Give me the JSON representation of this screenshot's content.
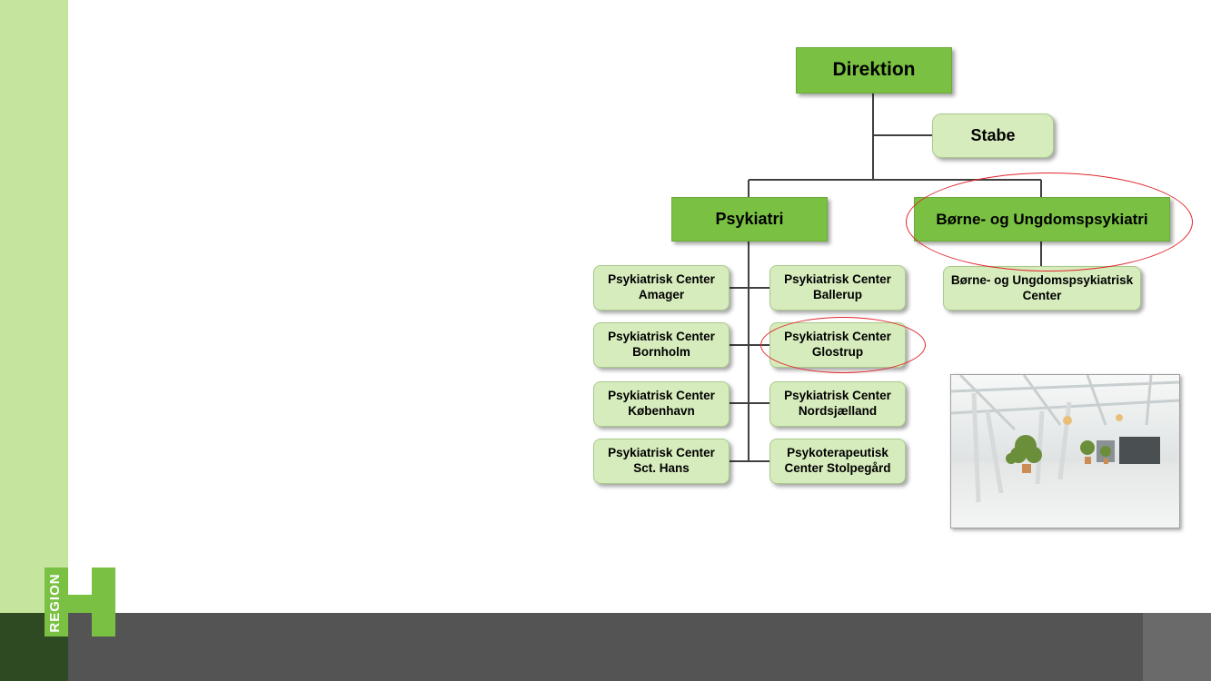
{
  "org_chart": {
    "top": "Direktion",
    "staff": "Stabe",
    "divisions": {
      "psykiatri": "Psykiatri",
      "bup": "Børne- og Ungdomspsykiatri"
    },
    "centers_left": [
      {
        "line1": "Psykiatrisk Center",
        "line2": "Amager"
      },
      {
        "line1": "Psykiatrisk Center",
        "line2": "Bornholm"
      },
      {
        "line1": "Psykiatrisk Center",
        "line2": "København"
      },
      {
        "line1": "Psykiatrisk Center",
        "line2": "Sct. Hans"
      }
    ],
    "centers_right": [
      {
        "line1": "Psykiatrisk Center",
        "line2": "Ballerup"
      },
      {
        "line1": "Psykiatrisk Center",
        "line2": "Glostrup"
      },
      {
        "line1": "Psykiatrisk Center",
        "line2": "Nordsjælland"
      },
      {
        "line1": "Psykoterapeutisk",
        "line2": "Center Stolpegård"
      }
    ],
    "bup_center": {
      "line1": "Børne- og Ungdomspsykiatrisk",
      "line2": "Center"
    },
    "highlighted": [
      "Børne- og Ungdomspsykiatri",
      "Psykiatrisk Center Glostrup"
    ]
  },
  "logo": {
    "word": "REGION",
    "letter": "H"
  },
  "colors": {
    "sidebar": "#c5e49d",
    "footer": "#545454",
    "footer_dark": "#2e4a22",
    "node_dark": "#7ac143",
    "node_light": "#d7ecbd",
    "highlight_ring": "#e0262d",
    "logo_green": "#7ac143"
  },
  "photo": {
    "subject": "hospital-atrium-photo"
  }
}
